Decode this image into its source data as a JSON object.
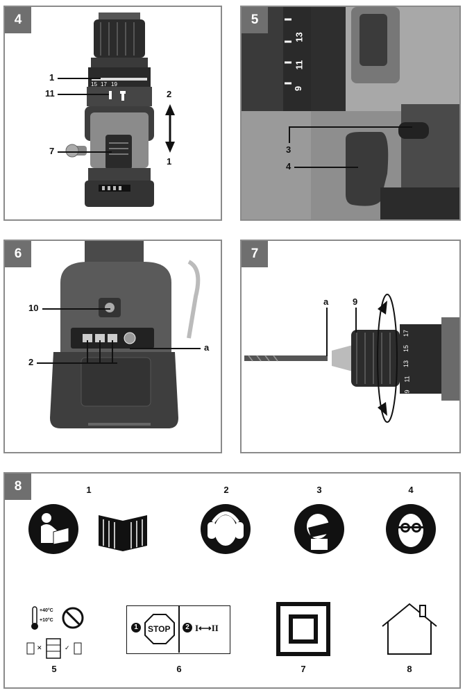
{
  "panel4": {
    "badge": "4",
    "labels": {
      "part1": "1",
      "part11": "11",
      "part7": "7",
      "dir_up": "2",
      "dir_down": "1"
    },
    "ring_numbers": [
      "15",
      "17",
      "19"
    ]
  },
  "panel5": {
    "badge": "5",
    "labels": {
      "part3": "3",
      "part4": "4"
    },
    "ring_numbers": [
      "13",
      "11",
      "9"
    ]
  },
  "panel6": {
    "badge": "6",
    "labels": {
      "part10": "10",
      "part2": "2",
      "a": "a"
    }
  },
  "panel7": {
    "badge": "7",
    "labels": {
      "a": "a",
      "part9": "9"
    },
    "ring_numbers": [
      "17",
      "15",
      "13",
      "11",
      "9"
    ]
  },
  "panel8": {
    "badge": "8",
    "icons": [
      {
        "num": "1",
        "name": "read-manual-icon"
      },
      {
        "num": "2",
        "name": "ear-protection-icon"
      },
      {
        "num": "3",
        "name": "dust-mask-icon"
      },
      {
        "num": "4",
        "name": "eye-protection-icon"
      },
      {
        "num": "5",
        "name": "battery-storage-icon",
        "temp_high": "+40°C",
        "temp_low": "+10°C"
      },
      {
        "num": "6",
        "name": "stop-switch-icon",
        "step1": "1",
        "stop": "STOP",
        "step2": "2",
        "arrow": "I⟷II"
      },
      {
        "num": "7",
        "name": "double-insulation-icon"
      },
      {
        "num": "8",
        "name": "indoor-use-icon"
      }
    ]
  }
}
